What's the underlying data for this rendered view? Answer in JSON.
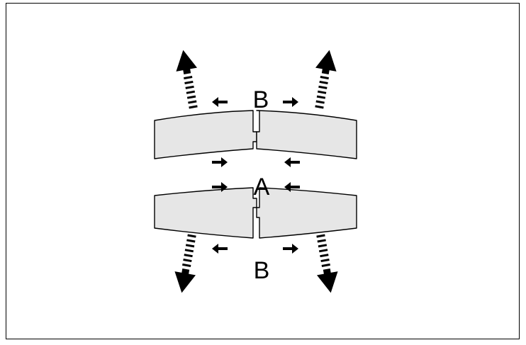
{
  "labels": {
    "top": "B",
    "middle": "A",
    "bottom": "B"
  },
  "colors": {
    "plate_fill": "#e6e6e6",
    "stroke": "#000000",
    "background": "#ffffff"
  },
  "icons": {
    "large_arrow": "dashed-stem-arrow-icon",
    "small_arrow": "small-arrow-icon"
  }
}
